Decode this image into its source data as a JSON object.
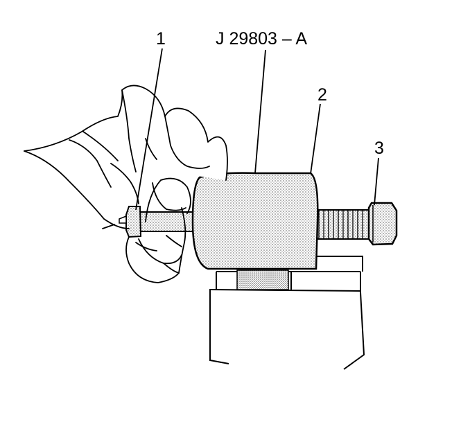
{
  "figure": {
    "tool_number": "J 29803 – A",
    "callouts": [
      {
        "id": "1",
        "text": "1"
      },
      {
        "id": "2",
        "text": "2"
      },
      {
        "id": "3",
        "text": "3"
      }
    ]
  },
  "colors": {
    "line": "#000000",
    "background": "#ffffff",
    "stipple": "#7a7a7a"
  }
}
